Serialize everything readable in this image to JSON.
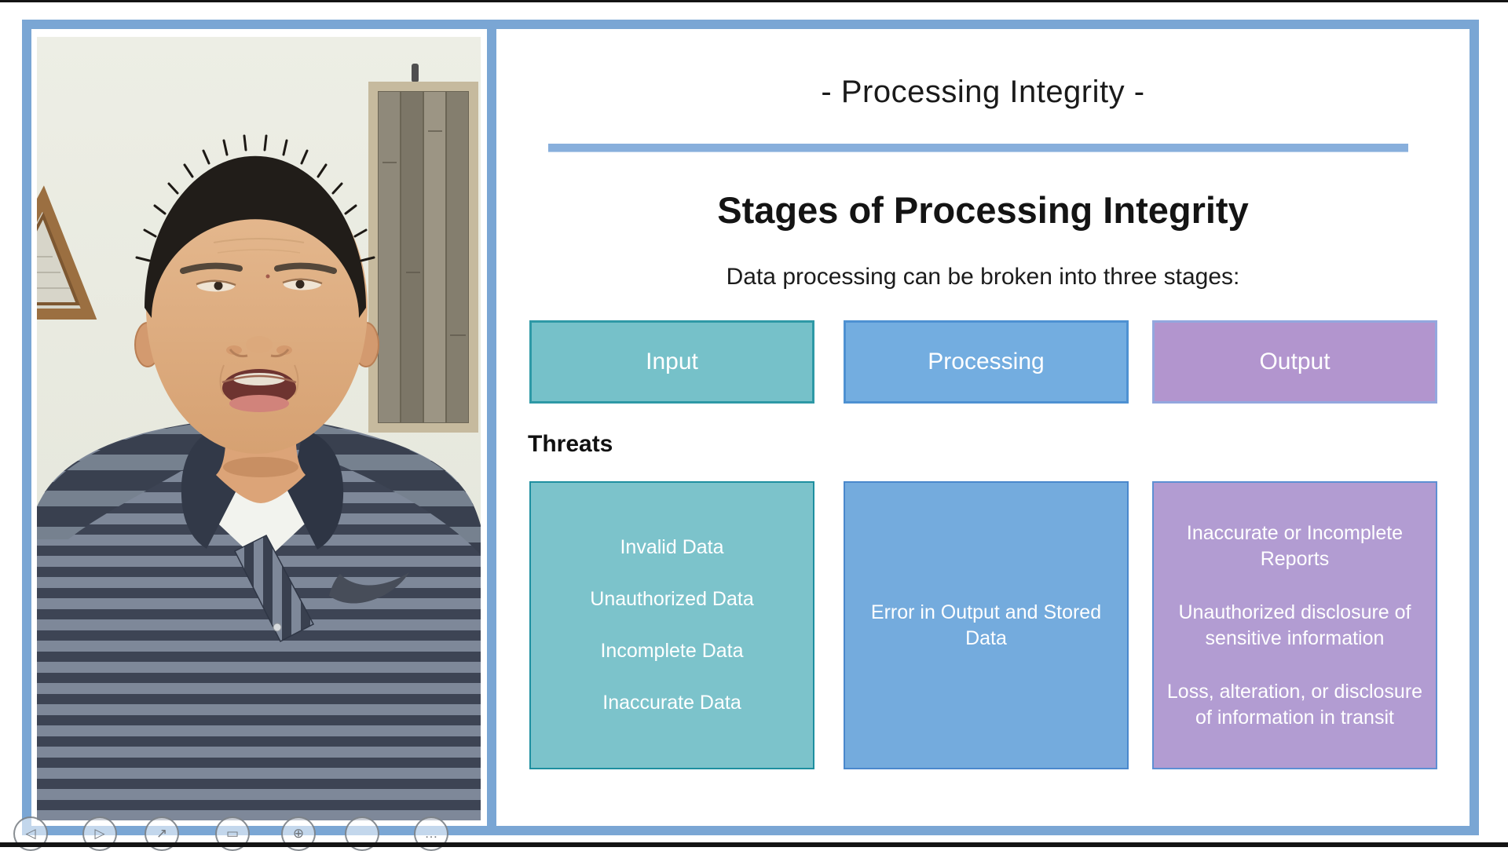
{
  "slide": {
    "title": "- Processing Integrity -",
    "heading": "Stages of Processing Integrity",
    "subtitle": "Data processing can be broken into three stages:",
    "stages": [
      {
        "label": "Input"
      },
      {
        "label": "Processing"
      },
      {
        "label": "Output"
      }
    ],
    "threats_label": "Threats",
    "threat_columns": [
      {
        "stage": "Input",
        "items": [
          "Invalid Data",
          "Unauthorized Data",
          "Incomplete Data",
          "Inaccurate Data"
        ]
      },
      {
        "stage": "Processing",
        "items": [
          "Error in Output and Stored Data"
        ]
      },
      {
        "stage": "Output",
        "items": [
          "Inaccurate or Incomplete Reports",
          "Unauthorized disclosure of sensitive information",
          "Loss, alteration, or disclosure of information in transit"
        ]
      }
    ]
  },
  "player_controls": [
    {
      "name": "previous",
      "glyph": "◁"
    },
    {
      "name": "next",
      "glyph": "▷"
    },
    {
      "name": "pen",
      "glyph": "↗"
    },
    {
      "name": "all-slides",
      "glyph": "▭"
    },
    {
      "name": "zoom",
      "glyph": "⊕"
    },
    {
      "name": "blank",
      "glyph": ""
    },
    {
      "name": "more",
      "glyph": "…"
    }
  ],
  "colors": {
    "frame_blue": "#7aa6d4",
    "rule_blue": "#88afdc",
    "input_fill": "#76c1c9",
    "input_border": "#2e99a6",
    "processing_fill": "#73ade0",
    "processing_border": "#4e91d2",
    "output_fill": "#b295ce",
    "output_border": "#93a7de",
    "threat_input_fill": "#7cc3cb",
    "threat_input_border": "#1e8fa0",
    "threat_processing_fill": "#74abdd",
    "threat_processing_border": "#4a88cc",
    "threat_output_fill": "#b29cd2",
    "threat_output_border": "#5d8fd3",
    "box_text": "#ffffff",
    "slide_text": "#1c1c1c"
  }
}
